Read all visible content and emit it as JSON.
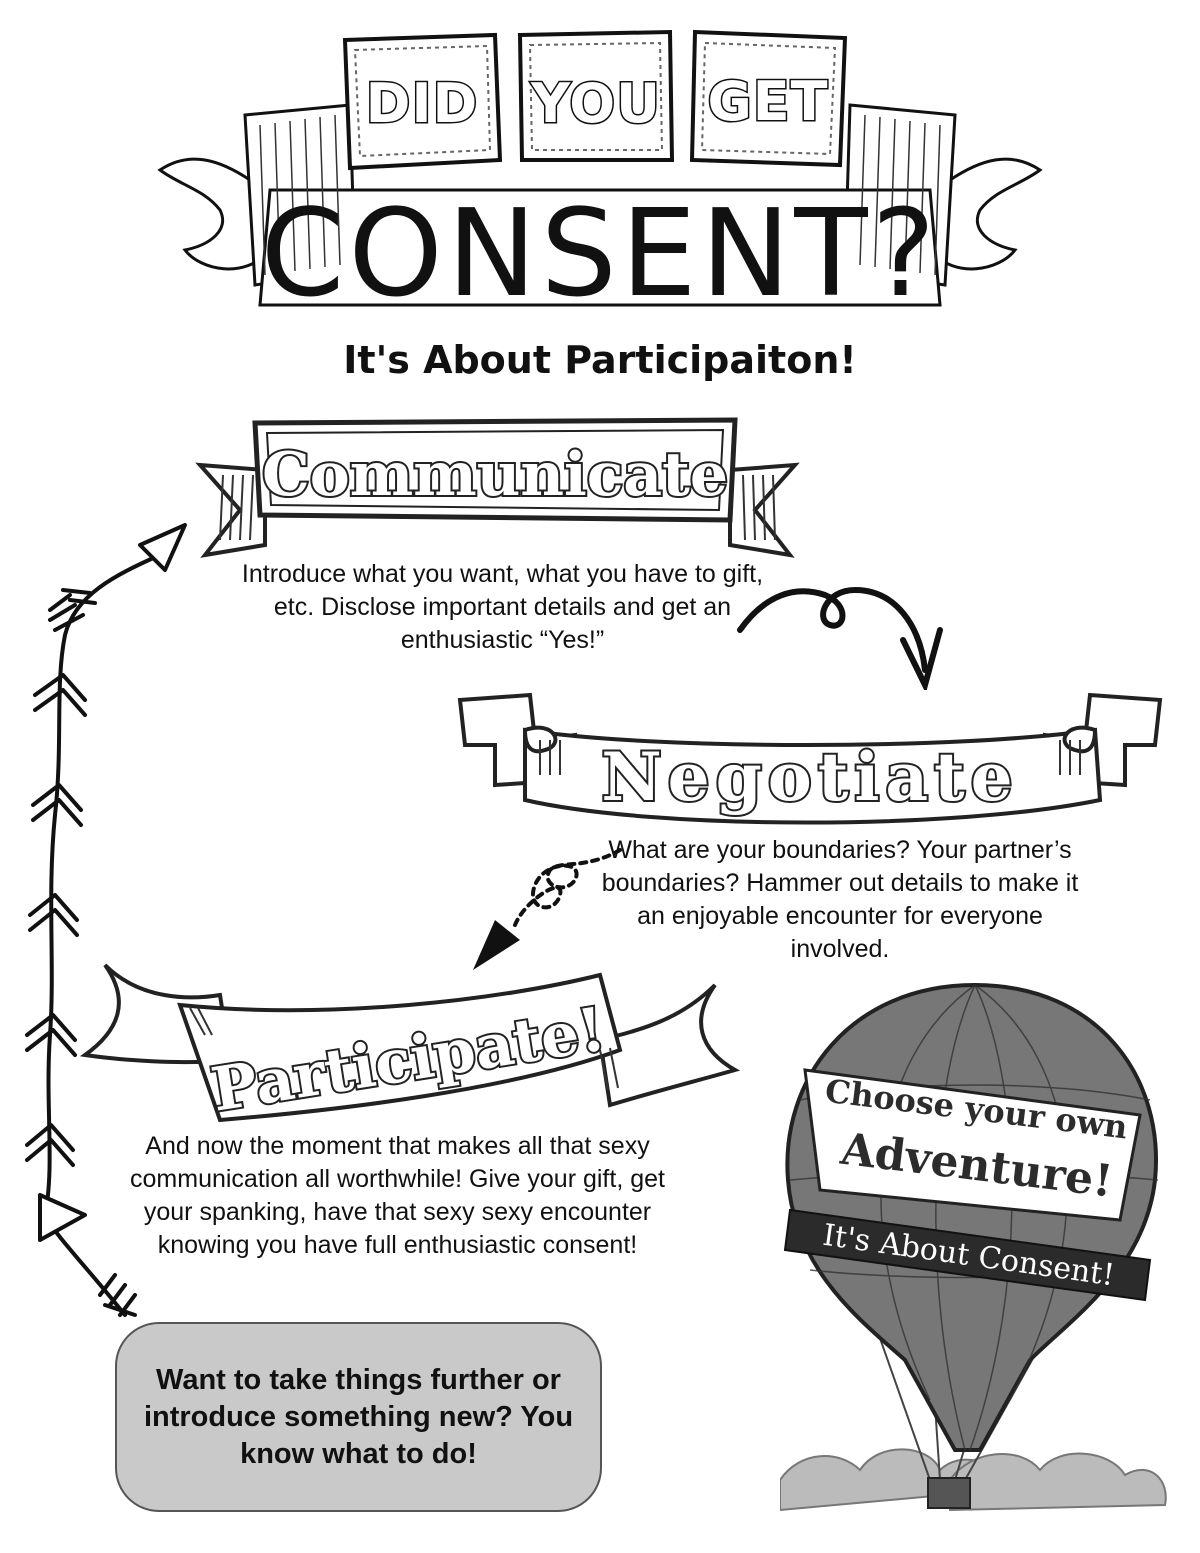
{
  "header": {
    "plaques": [
      "DID",
      "YOU",
      "GET"
    ],
    "title": "CONSENT?",
    "subtitle": "It's About Participaiton!"
  },
  "sections": [
    {
      "title": "Communicate",
      "text": "Introduce what you want, what you have to gift, etc. Disclose important details and get an enthusiastic “Yes!”"
    },
    {
      "title": "Negotiate",
      "text": "What are your boundaries? Your partner’s boundaries? Hammer out details to make it an enjoyable encounter for everyone involved."
    },
    {
      "title": "Participate!",
      "text": "And now the moment that makes all that sexy communication all worthwhile! Give your gift, get your spanking, have that sexy sexy encounter knowing you have full enthusiastic consent!"
    }
  ],
  "callout": {
    "text": "Want to take things further or introduce something new? You know what to do!"
  },
  "balloon": {
    "line1": "Choose your own",
    "line2": "Adventure!",
    "ribbon": "It's About Consent!"
  },
  "icons": [
    "arrow-icon",
    "squiggle-arrow-icon",
    "dotted-arrow-icon",
    "hot-air-balloon-icon"
  ]
}
